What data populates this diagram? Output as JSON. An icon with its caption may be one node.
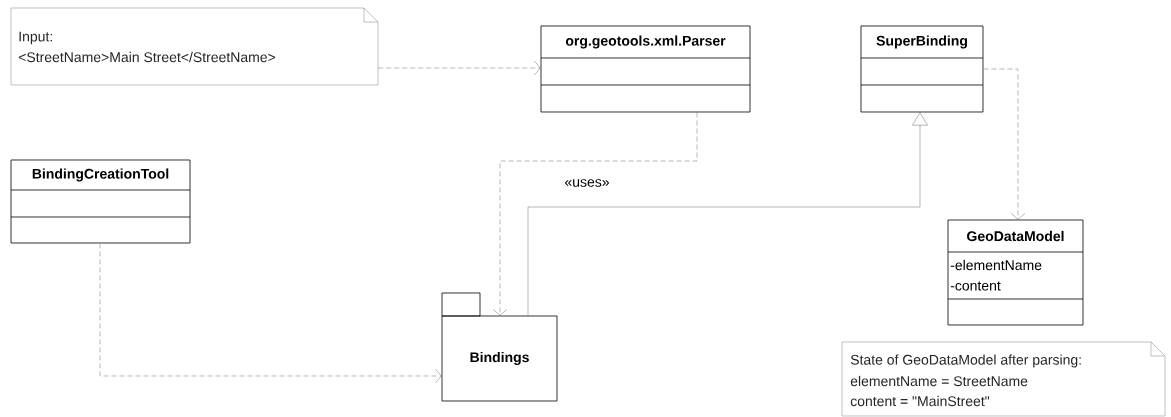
{
  "diagram": {
    "nodes": [
      {
        "text": [
          "Input:",
          "<StreetName>Main Street</StreetName>"
        ]
      },
      {
        "text": [
          "org.geotools.xml.Parser"
        ]
      },
      {
        "text": [
          "SuperBinding"
        ]
      },
      {
        "text": [
          "BindingCreationTool"
        ]
      },
      {
        "text": [
          "Bindings"
        ]
      },
      {
        "text": [
          "GeoDataModel",
          "-elementName",
          "-content"
        ]
      },
      {
        "text": [
          "State of GeoDataModel after parsing:",
          "elementName = StreetName",
          "content = \"MainStreet\""
        ]
      }
    ],
    "edges": [
      {
        "from": 0,
        "to": 1,
        "arrow": "to",
        "style": "dashed"
      },
      {
        "from": 1,
        "to": 4,
        "arrow": "to",
        "style": "dashed",
        "label": "«uses»"
      },
      {
        "from": 4,
        "to": 2,
        "arrow": "to"
      },
      {
        "from": 2,
        "to": 5,
        "arrow": "to",
        "style": "dashed"
      },
      {
        "from": 3,
        "to": 4,
        "arrow": "to",
        "style": "dashed"
      }
    ]
  }
}
